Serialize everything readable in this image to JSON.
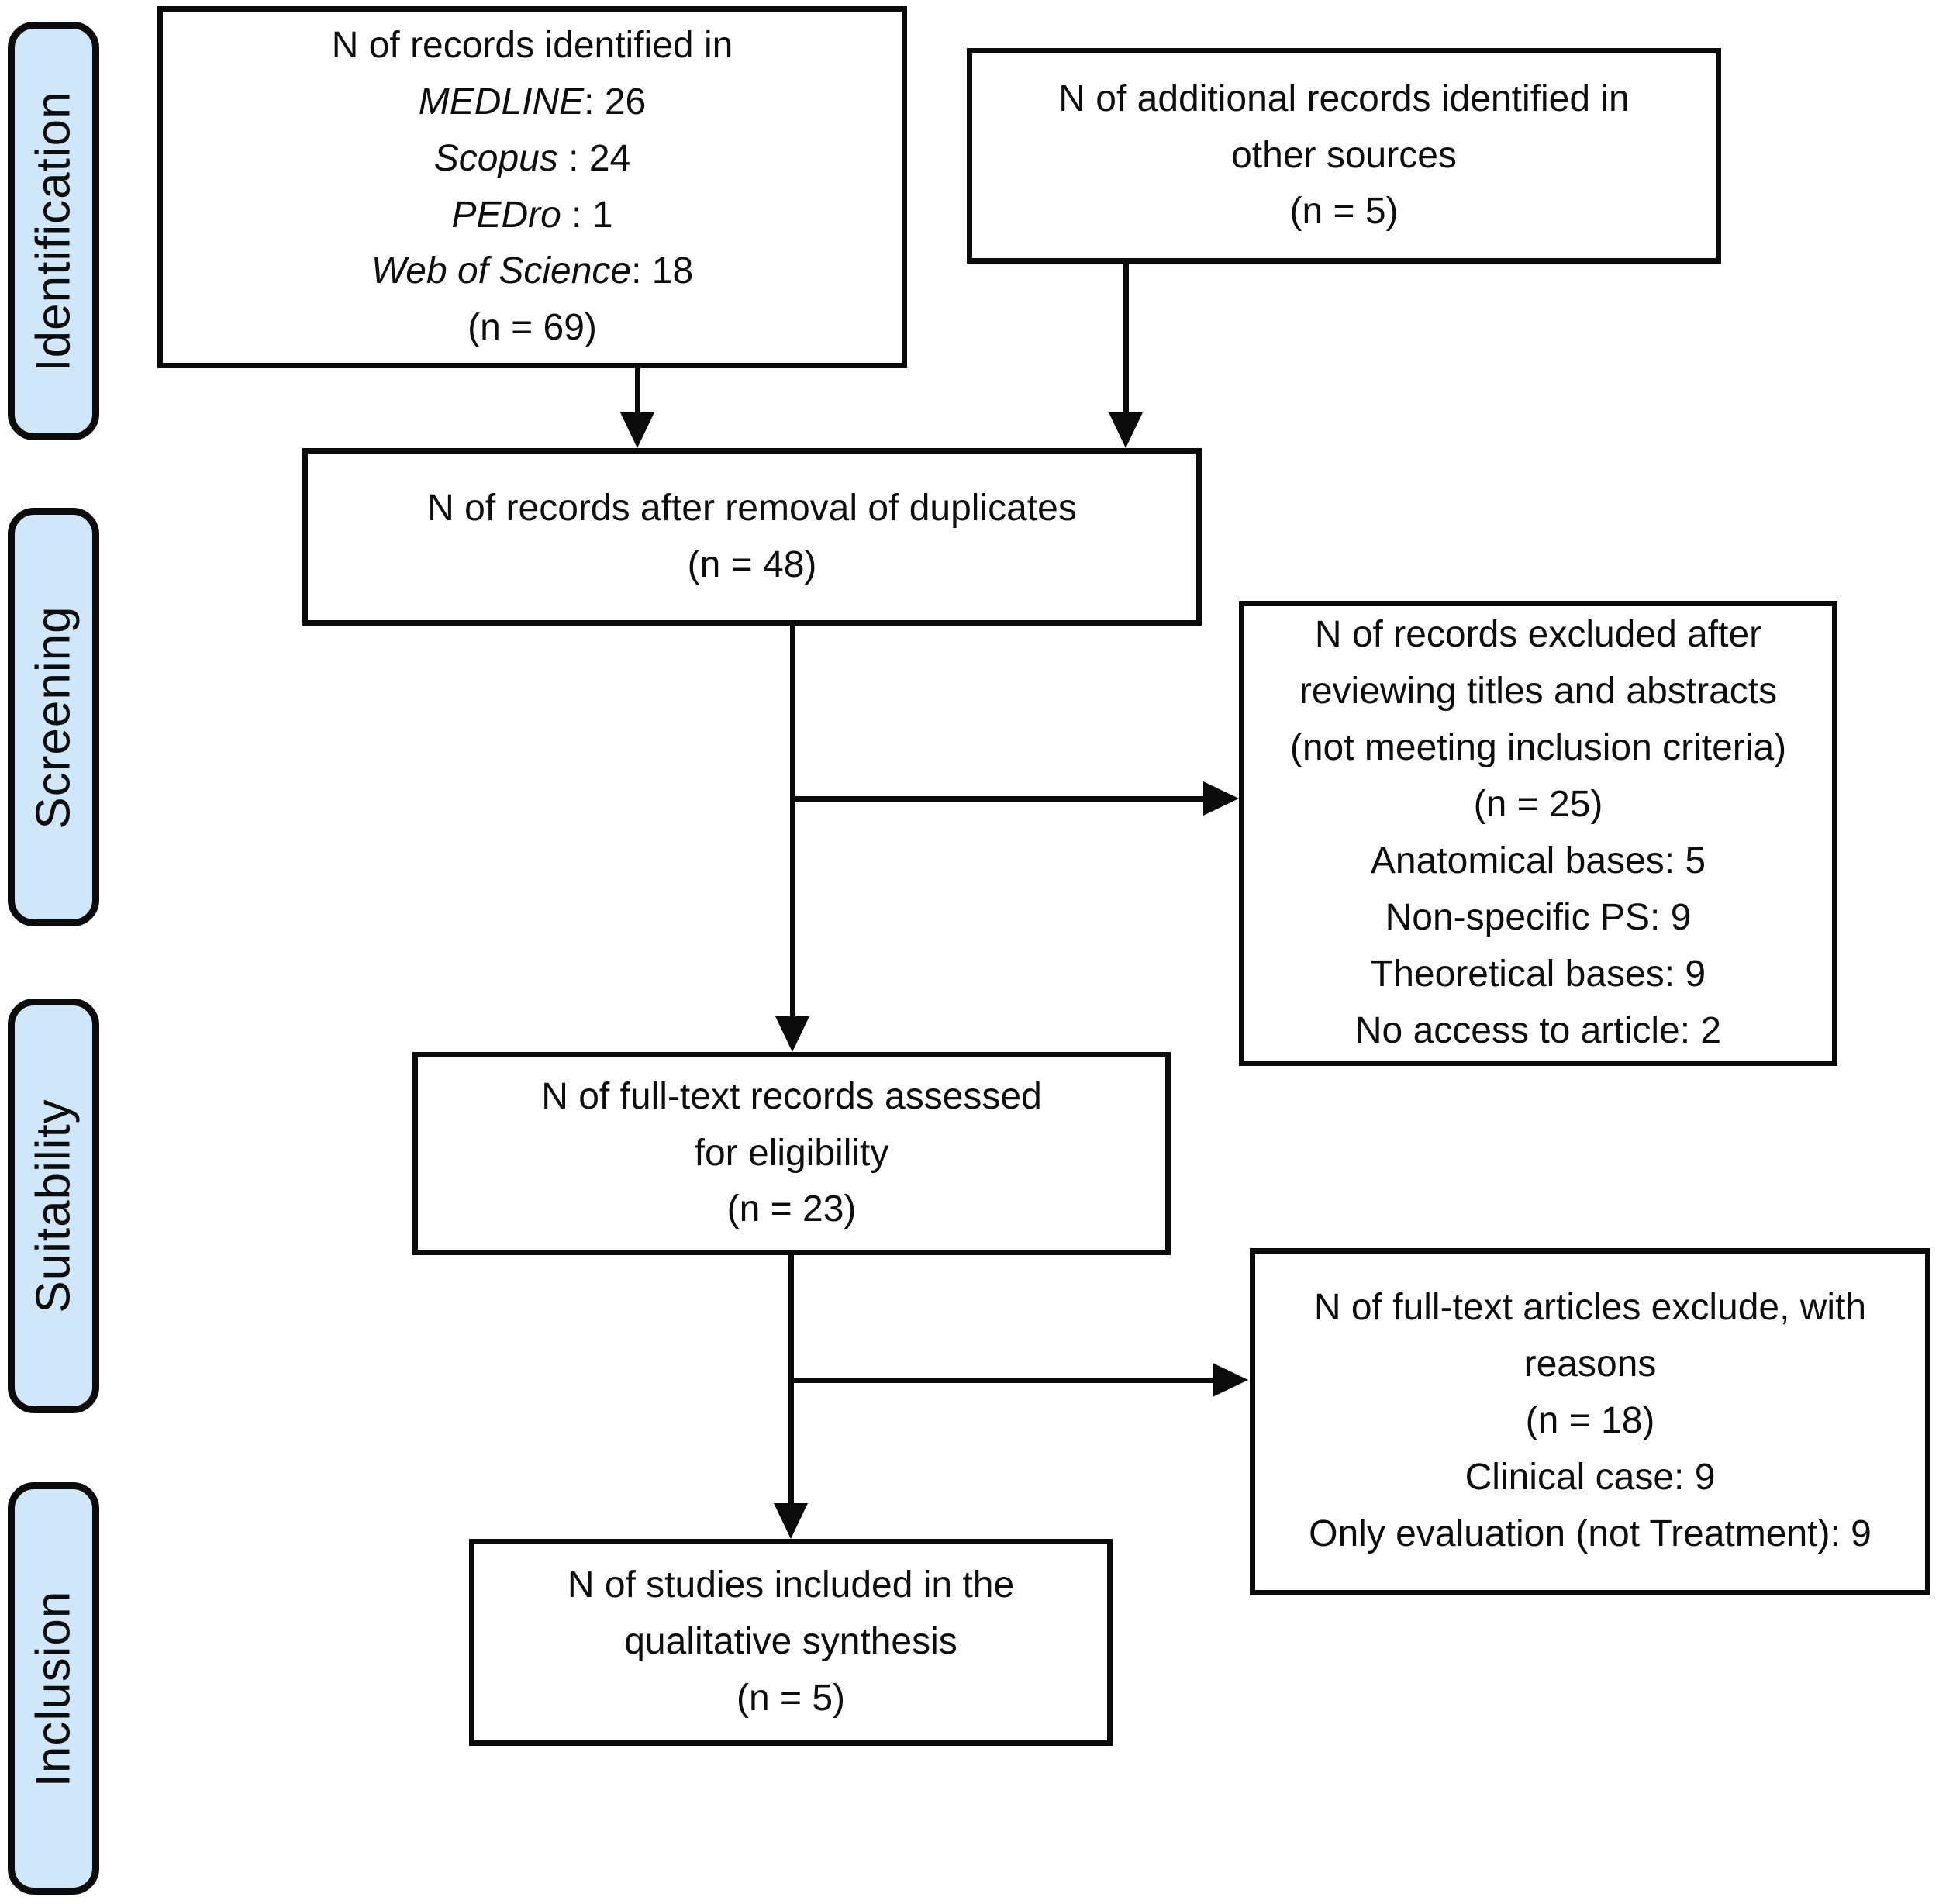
{
  "colors": {
    "stage_fill": "#cfe7f8",
    "line": "#0b0b0b"
  },
  "stages": {
    "identification": "Identification",
    "screening": "Screening",
    "suitability": "Suitability",
    "inclusion": "Inclusion"
  },
  "boxes": {
    "identified": {
      "title": "N of records identified in",
      "sources": [
        {
          "name": "MEDLINE",
          "count": ": 26"
        },
        {
          "name": "Scopus",
          "count": " : 24"
        },
        {
          "name": "PEDro",
          "count": " : 1"
        },
        {
          "name": "Web of Science",
          "count": ": 18"
        }
      ],
      "total": "(n = 69)"
    },
    "additional": {
      "line1": "N of additional records identified in",
      "line2": "other sources",
      "total": "(n = 5)"
    },
    "duplicates": {
      "line1": "N of records after removal of duplicates",
      "total": "(n = 48)"
    },
    "excluded_titles": {
      "line1": "N of records excluded after",
      "line2": "reviewing titles and abstracts",
      "line3": "(not meeting inclusion criteria)",
      "total": "(n = 25)",
      "reasons": [
        "Anatomical bases: 5",
        "Non-specific PS: 9",
        "Theoretical bases: 9",
        "No access to article: 2"
      ]
    },
    "fulltext": {
      "line1": "N of full-text records assessed",
      "line2": "for eligibility",
      "total": "(n = 23)"
    },
    "excluded_fulltext": {
      "line1": "N of full-text articles exclude, with",
      "line2": "reasons",
      "total": "(n = 18)",
      "reasons": [
        "Clinical case: 9",
        "Only evaluation (not Treatment): 9"
      ]
    },
    "included": {
      "line1": "N of studies included in the",
      "line2": "qualitative synthesis",
      "total": "(n = 5)"
    }
  }
}
